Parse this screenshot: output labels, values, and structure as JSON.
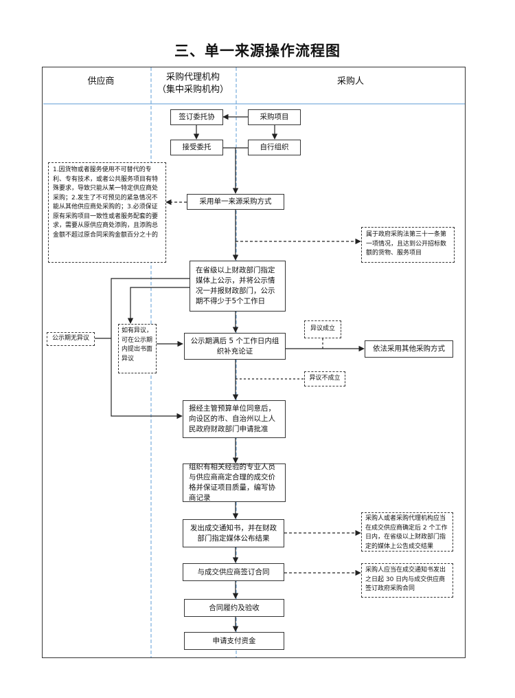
{
  "title": "三、单一来源操作流程图",
  "lanes": {
    "supplier": "供应商",
    "agency_line1": "采购代理机构",
    "agency_line2": "（集中采购机构）",
    "purchaser": "采购人"
  },
  "steps": {
    "sign_entrust": "签订委托协",
    "purchase_project": "采购项目",
    "accept_entrust": "接受委托",
    "self_organize": "自行组织",
    "adopt_single_source": "采用单一来源采购方式",
    "publicize": "在省级以上财政部门指定媒体上公示，并将公示情况一并报财政部门，公示期不得少于5个工作日",
    "after_publicity": "公示期满后 5 个工作日内组织补充论证",
    "other_method": "依法采用其他采购方式",
    "report_approval": "报经主管预算单位同意后，向设区的市、自治州以上人民政府财政部门申请批准",
    "negotiate": "组织有相关经验的专业人员与供应商商定合理的成交价格并保证项目质量，编写协商记录",
    "issue_notice": "发出成交通知书，并在财政部门指定媒体公布结果",
    "sign_contract": "与成交供应商签订合同",
    "perform_accept": "合同履约及验收",
    "apply_payment": "申请支付资金"
  },
  "notes": {
    "conditions": "1.因货物或者服务使用不可替代的专利、专有技术，或者公共服务项目有特殊要求，导致只能从某一特定供应商处采购；2.发生了不可预见的紧急情况不能从其他供应商处采购的；3.必须保证原有采购项目一致性或者服务配套的要求，需要从原供应商处添购，且添购总金额不超过原合同采购金额百分之十的",
    "article31": "属于政府采购法第三十一条第一项情况，且达到公开招标数额的货物、服务项目",
    "no_objection": "公示期无异议",
    "has_objection": "如有异议，可在公示期内提出书面异议",
    "objection_upheld": "异议成立",
    "objection_rejected": "异议不成立",
    "confirm_within_2": "采购人或者采购代理机构应当在成交供应商确定后 2 个工作日内，在省级以上财政部门指定的媒体上公告成交结果",
    "contract_within_30": "采购人应当在成交通知书发出之日起 30 日内与成交供应商签订政府采购合同"
  },
  "colors": {
    "lane_divider": "#5b9bd5",
    "line": "#222222"
  }
}
